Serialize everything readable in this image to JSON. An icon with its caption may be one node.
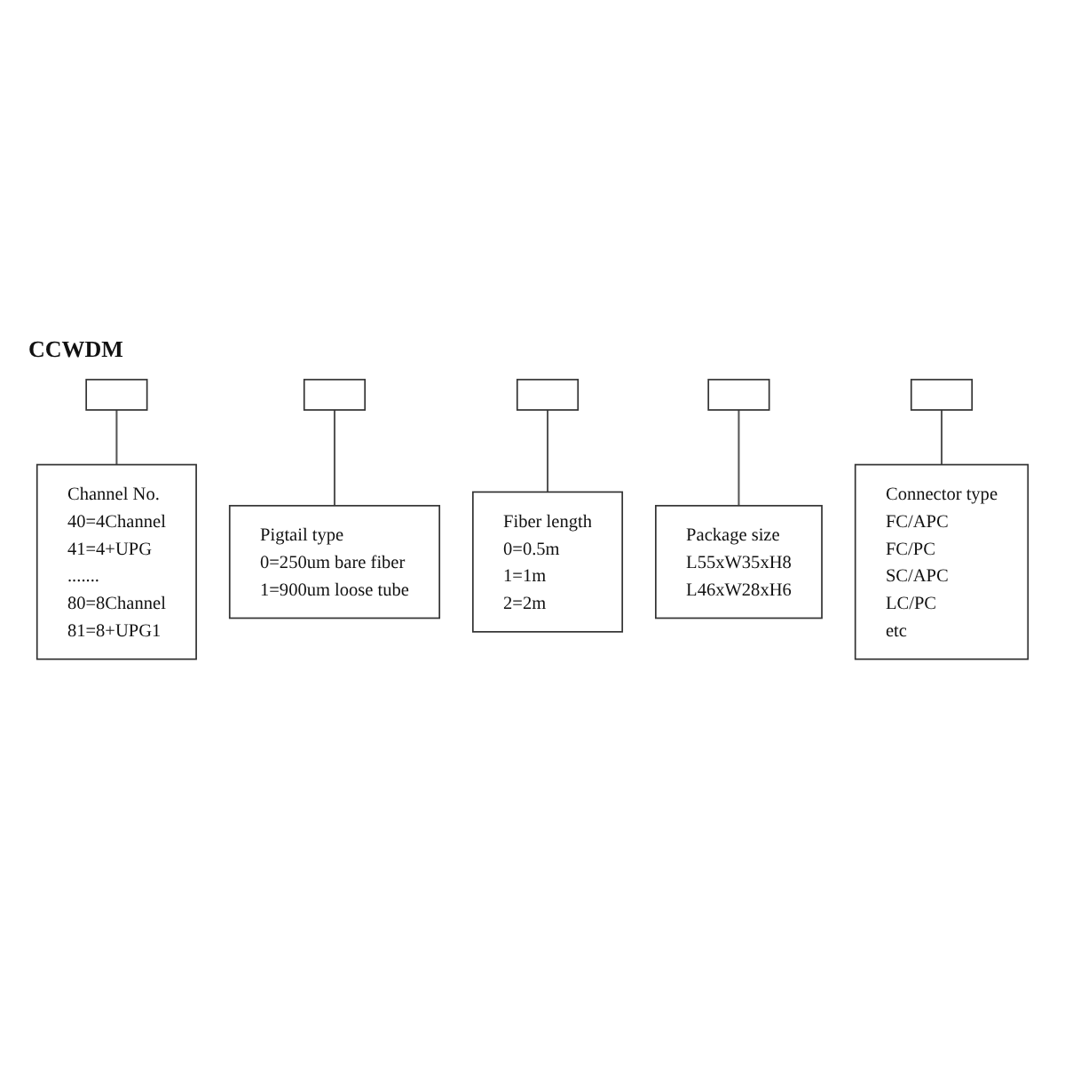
{
  "diagram": {
    "title": "CCWDM",
    "nodes": [
      {
        "text": [],
        "shape": "box"
      },
      {
        "text": [],
        "shape": "box"
      },
      {
        "text": [],
        "shape": "box"
      },
      {
        "text": [],
        "shape": "box"
      },
      {
        "text": [],
        "shape": "box"
      },
      {
        "text": [
          "Channel No.",
          "40=4Channel",
          "41=4+UPG",
          ".......",
          "80=8Channel",
          "81=8+UPG1"
        ]
      },
      {
        "text": [
          "Pigtail type",
          "0=250um bare fiber",
          "1=900um loose tube"
        ]
      },
      {
        "text": [
          "Fiber length",
          "0=0.5m",
          "1=1m",
          "2=2m"
        ]
      },
      {
        "text": [
          "Package size",
          "L55xW35xH8",
          "L46xW28xH6"
        ]
      },
      {
        "text": [
          "Connector type",
          "FC/APC",
          "FC/PC",
          "SC/APC",
          "LC/PC",
          "etc"
        ]
      }
    ],
    "edges": [
      {
        "from": 0,
        "to": 5,
        "arrow": "none"
      },
      {
        "from": 1,
        "to": 6,
        "arrow": "none"
      },
      {
        "from": 2,
        "to": 7,
        "arrow": "none"
      },
      {
        "from": 3,
        "to": 8,
        "arrow": "none"
      },
      {
        "from": 4,
        "to": 9,
        "arrow": "none"
      }
    ]
  }
}
